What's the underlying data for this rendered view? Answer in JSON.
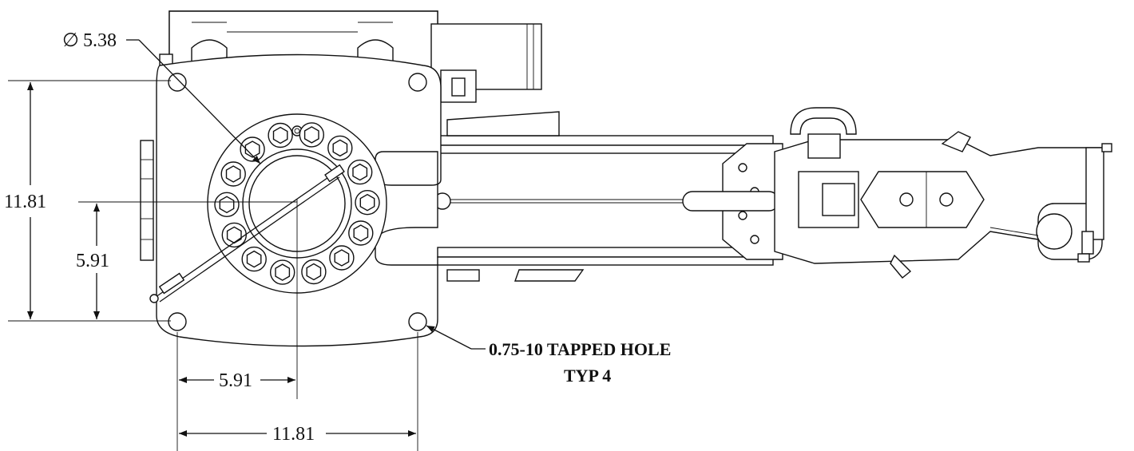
{
  "drawing": {
    "diameter_symbol": "∅",
    "dims": {
      "bore_diameter": "5.38",
      "height_total": "11.81",
      "height_half": "5.91",
      "width_half": "5.91",
      "width_total": "11.81"
    },
    "note": {
      "line1": "0.75-10 TAPPED HOLE",
      "line2": "TYP 4"
    }
  }
}
